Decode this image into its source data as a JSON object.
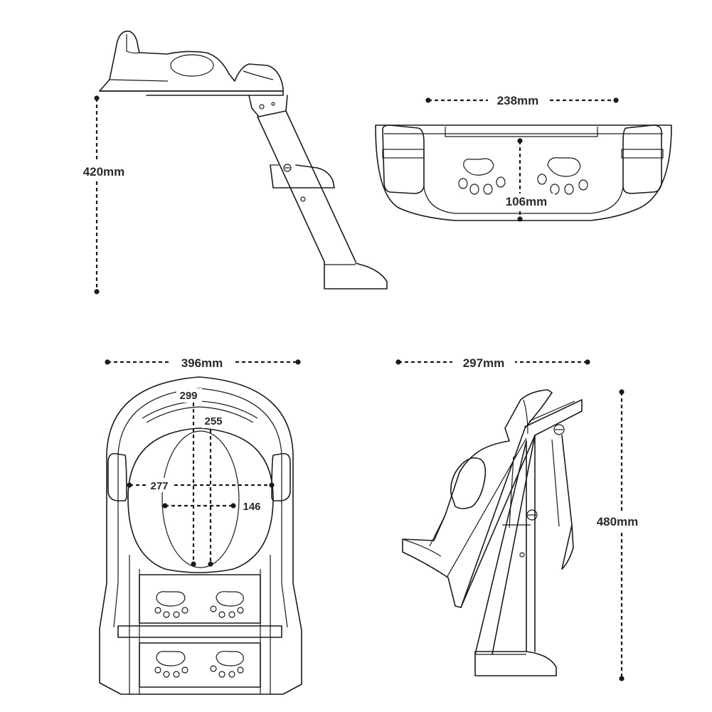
{
  "dimensions": {
    "side_view_height": "420mm",
    "step_width": "238mm",
    "step_depth": "106mm",
    "overall_width": "396mm",
    "seat_outer": "299",
    "seat_inner_length": "255",
    "seat_width": "277",
    "seat_inner_width": "146",
    "folded_depth": "297mm",
    "folded_height": "480mm"
  }
}
